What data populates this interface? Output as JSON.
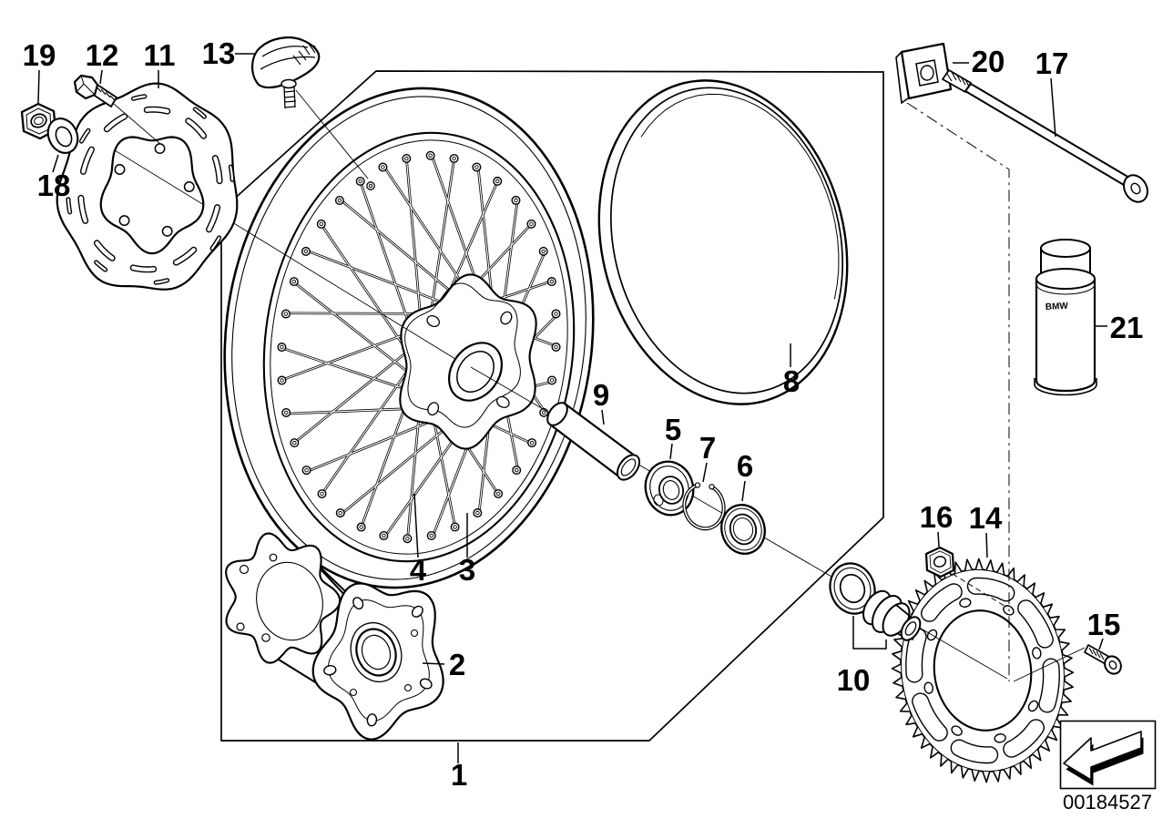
{
  "labels": {
    "l1": "1",
    "l2": "2",
    "l3": "3",
    "l4": "4",
    "l5": "5",
    "l6": "6",
    "l7": "7",
    "l8": "8",
    "l9": "9",
    "l10": "10",
    "l11": "11",
    "l12": "12",
    "l13": "13",
    "l14": "14",
    "l15": "15",
    "l16": "16",
    "l17": "17",
    "l18": "18",
    "l19": "19",
    "l20": "20",
    "l21": "21"
  },
  "doc": {
    "code": "00184527"
  },
  "can": {
    "brand": "BMW"
  },
  "colors": {
    "line": "#000000",
    "background": "#ffffff"
  }
}
